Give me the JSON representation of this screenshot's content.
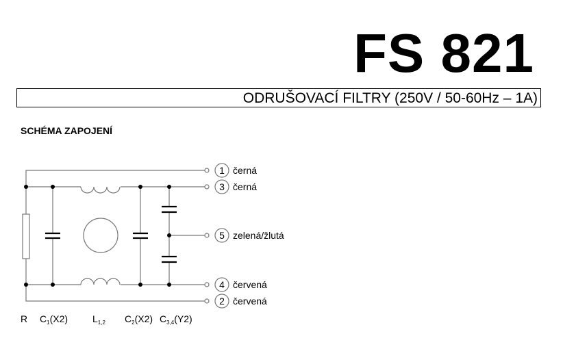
{
  "header": {
    "title": "FS 821",
    "subtitle": "ODRUŠOVACÍ FILTRY (250V / 50-60Hz – 1A)"
  },
  "section_title": "SCHÉMA ZAPOJENÍ",
  "terminals": [
    {
      "number": "1",
      "label": "černá"
    },
    {
      "number": "3",
      "label": "černá"
    },
    {
      "number": "5",
      "label": "zelená/žlutá"
    },
    {
      "number": "4",
      "label": "červená"
    },
    {
      "number": "2",
      "label": "červená"
    }
  ],
  "components": {
    "r": "R",
    "c1": {
      "base": "C",
      "sub": "1",
      "suffix": "(X2)"
    },
    "l": {
      "base": "L",
      "sub": "1,2"
    },
    "c2": {
      "base": "C",
      "sub": "2",
      "suffix": "(X2)"
    },
    "c34": {
      "base": "C",
      "sub": "3,4",
      "suffix": "(Y2)"
    }
  }
}
